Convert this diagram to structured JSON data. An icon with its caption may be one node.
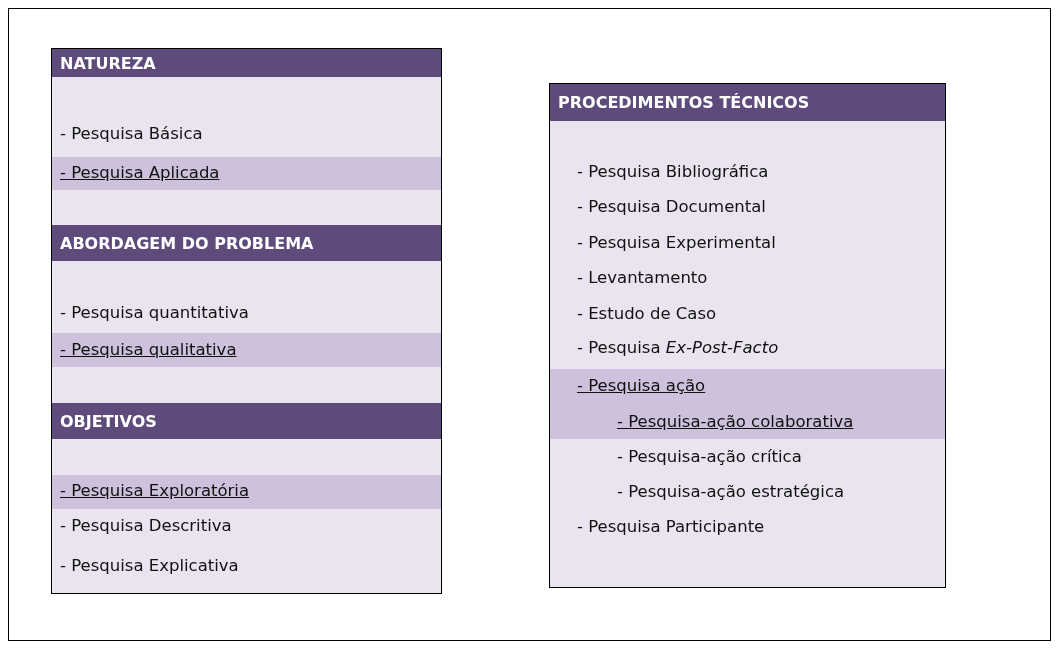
{
  "diagram": {
    "nodes": [
      {
        "text": [
          "NATUREZA",
          "- Pesquisa Básica"
        ]
      },
      {
        "text": [
          "- Pesquisa Aplicada"
        ],
        "in": 0
      },
      {
        "text": [
          "ABORDAGEM DO PROBLEMA",
          "- Pesquisa quantitativa"
        ]
      },
      {
        "text": [
          "- Pesquisa qualitativa"
        ],
        "in": 2
      },
      {
        "text": [
          "OBJETIVOS",
          "- Pesquisa Descritiva",
          "- Pesquisa Explicativa"
        ]
      },
      {
        "text": [
          "- Pesquisa Exploratória"
        ],
        "in": 4
      },
      {
        "text": [
          "PROCEDIMENTOS TÉCNICOS",
          "- Pesquisa Bibliográfica",
          "- Pesquisa Documental",
          "- Pesquisa Experimental",
          "- Levantamento",
          "- Estudo de Caso",
          "- Pesquisa *Ex-Post-Facto*",
          "- Pesquisa-ação crítica",
          "- Pesquisa-ação estratégica",
          "- Pesquisa Participante"
        ]
      },
      {
        "text": [
          "- Pesquisa ação",
          "- Pesquisa-ação colaborativa"
        ],
        "in": 6
      }
    ]
  }
}
